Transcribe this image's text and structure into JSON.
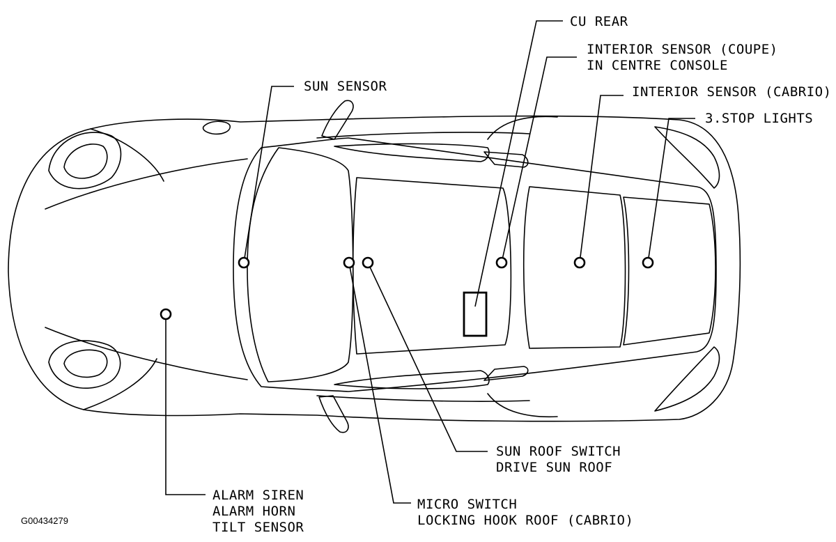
{
  "figure_code": "G00434279",
  "labels": {
    "cu_rear": "CU REAR",
    "interior_coupe_1": "INTERIOR SENSOR (COUPE)",
    "interior_coupe_2": "IN CENTRE CONSOLE",
    "sun_sensor": "SUN SENSOR",
    "interior_cabrio": "INTERIOR SENSOR (CABRIO)",
    "stop_lights": "3.STOP LIGHTS",
    "sunroof_1": "SUN ROOF SWITCH",
    "sunroof_2": "DRIVE SUN ROOF",
    "alarm_1": "ALARM SIREN",
    "alarm_2": "ALARM HORN",
    "alarm_3": "TILT SENSOR",
    "micro_1": "MICRO SWITCH",
    "micro_2": "LOCKING HOOK ROOF (CABRIO)"
  }
}
